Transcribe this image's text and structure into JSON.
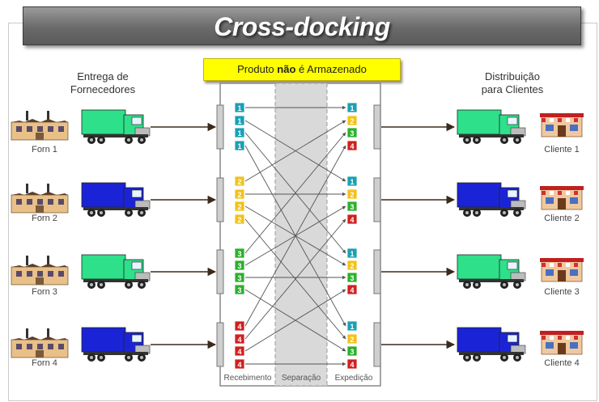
{
  "title": "Cross-docking",
  "banner": {
    "pre": "Produto ",
    "bold": "não",
    "post": " é Armazenado"
  },
  "left_header": [
    "Entrega de",
    "Fornecedores"
  ],
  "right_header": [
    "Distribuição",
    "para Clientes"
  ],
  "suppliers": [
    "Forn 1",
    "Forn 2",
    "Forn 3",
    "Forn 4"
  ],
  "clients": [
    "Cliente 1",
    "Cliente 2",
    "Cliente 3",
    "Cliente 4"
  ],
  "zones": [
    "Recebimento",
    "Separação",
    "Expedição"
  ],
  "truck_colors": [
    "#2ee08a",
    "#1a24d6",
    "#2ee08a",
    "#1a24d6"
  ],
  "product_colors": {
    "1": "#1aa0b4",
    "2": "#f2c21a",
    "3": "#2cb02c",
    "4": "#d02020"
  }
}
